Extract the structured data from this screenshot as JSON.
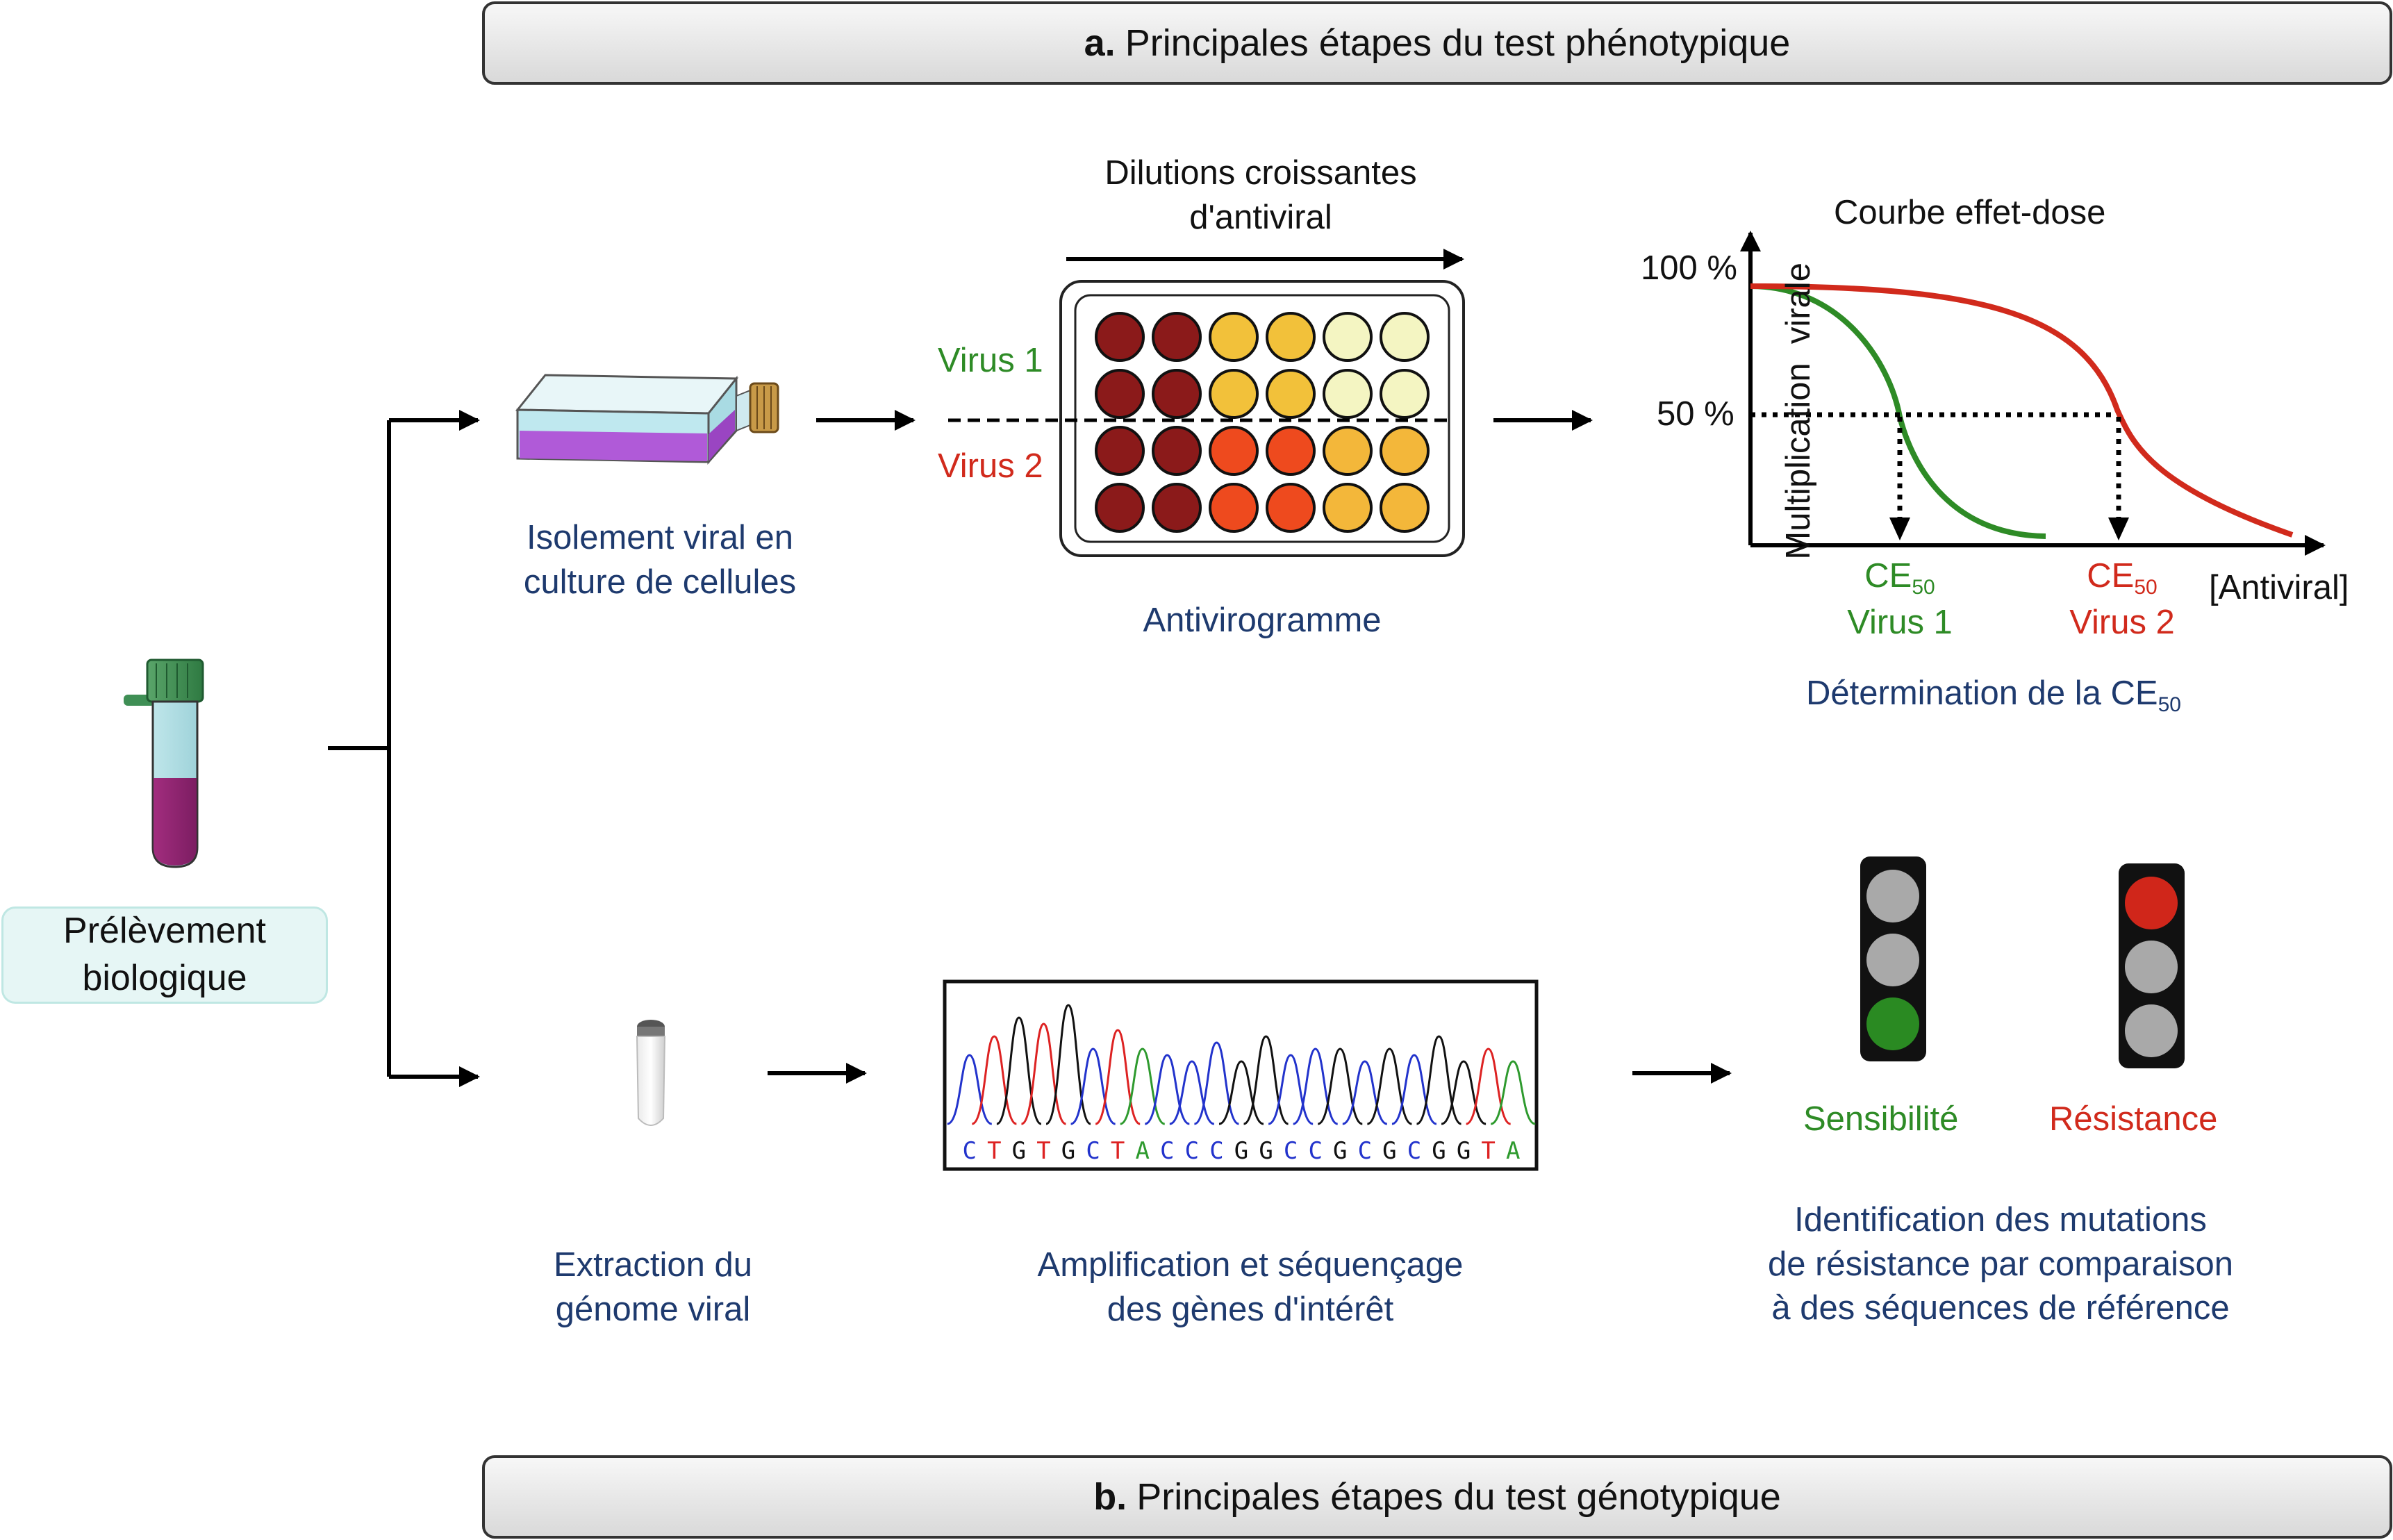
{
  "banner_a": {
    "prefix": "a.",
    "title": "Principales étapes du test phénotypique"
  },
  "banner_b": {
    "prefix": "b.",
    "title": "Principales étapes du test génotypique"
  },
  "sample": {
    "line1": "Prélèvement",
    "line2": "biologique"
  },
  "phenotypic": {
    "dilution_line1": "Dilutions croissantes",
    "dilution_line2": "d'antiviral",
    "virus1": "Virus 1",
    "virus2": "Virus 2",
    "isolation_line1": "Isolement viral en",
    "isolation_line2": "culture de cellules",
    "antivirogram": "Antivirogramme",
    "curve_title": "Courbe effet-dose",
    "y_axis_label": "Multiplication  virale",
    "tick_100": "100 %",
    "tick_50": "50 %",
    "x_axis_label": "[Antiviral]",
    "ce": "CE",
    "ce_sub": "50",
    "ce_virus1": "Virus 1",
    "ce_virus2": "Virus 2",
    "determination": "Détermination de la CE",
    "determination_sub": "50"
  },
  "genotypic": {
    "extraction_line1": "Extraction du",
    "extraction_line2": "génome viral",
    "amplif_line1": "Amplification et séquençage",
    "amplif_line2": "des gènes d'intérêt",
    "sequence": "CTGTGCTACCCGGCCGCGCGGTA",
    "sensibility": "Sensibilité",
    "resistance": "Résistance",
    "ident_line1": "Identification des mutations",
    "ident_line2": "de résistance par comparaison",
    "ident_line3": "à des séquences de référence"
  },
  "colors": {
    "virus1": "#2e8b26",
    "virus2": "#d12a1c",
    "label_blue": "#1e3a6e",
    "well_dark": "#8b1a1a",
    "well_yellow": "#f2c13a",
    "well_pale": "#f4f5c2",
    "well_orange": "#ee4a1e",
    "well_gold": "#f3b73a"
  }
}
